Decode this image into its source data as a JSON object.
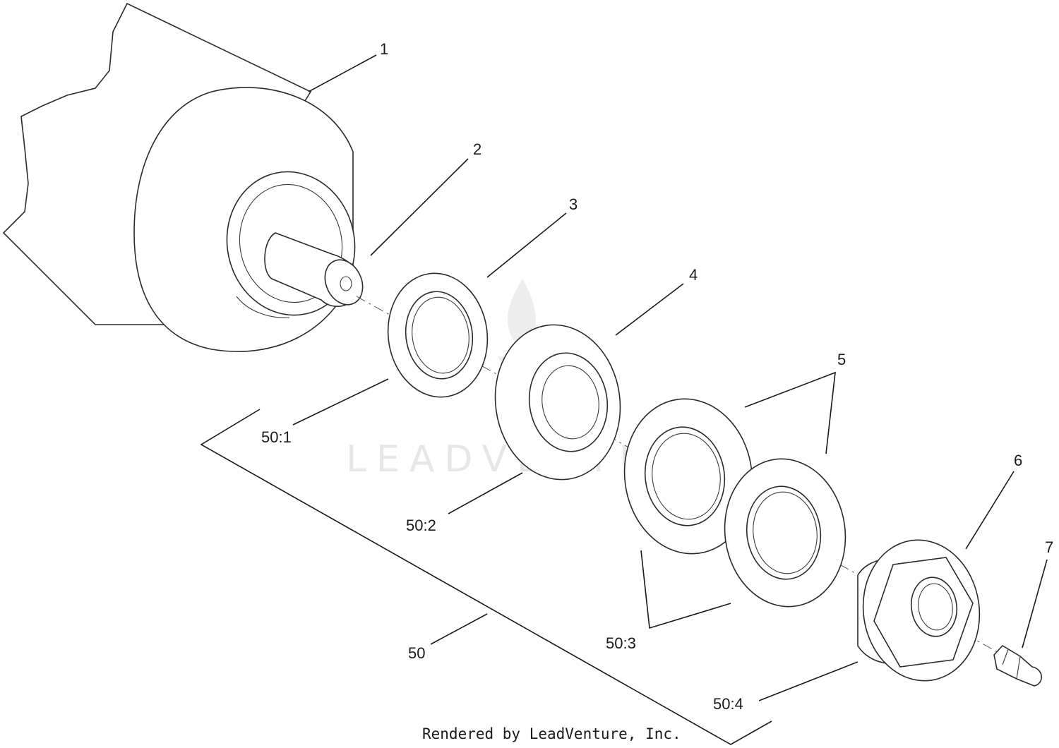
{
  "diagram": {
    "callouts": {
      "c1": "1",
      "c2": "2",
      "c3": "3",
      "c4": "4",
      "c5": "5",
      "c6": "6",
      "c7": "7",
      "c50": "50",
      "c50_1": "50:1",
      "c50_2": "50:2",
      "c50_3": "50:3",
      "c50_4": "50:4"
    },
    "watermark": "LEADVENTURE",
    "footer": "Rendered by LeadVenture, Inc."
  }
}
